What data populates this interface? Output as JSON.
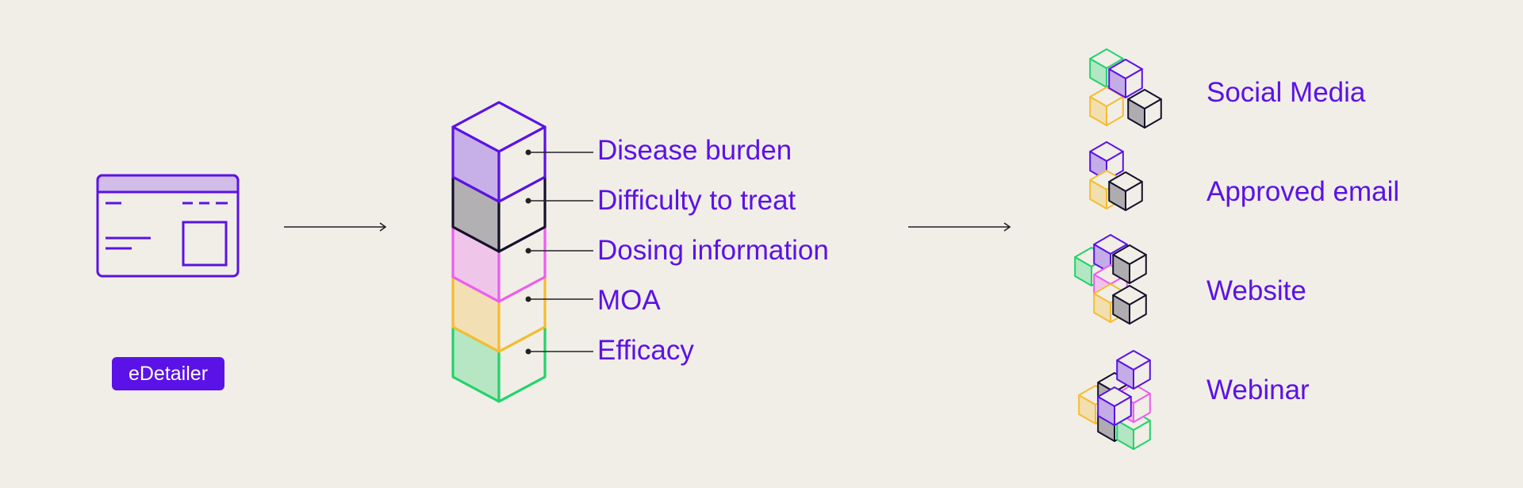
{
  "source": {
    "badge_label": "eDetailer",
    "icon": "browser-window-icon"
  },
  "stack": {
    "layers": [
      {
        "label": "Disease burden",
        "color": "#5b12e6"
      },
      {
        "label": "Difficulty to treat",
        "color": "#14112a"
      },
      {
        "label": "Dosing information",
        "color": "#ee5cf0"
      },
      {
        "label": "MOA",
        "color": "#f5bd2f"
      },
      {
        "label": "Efficacy",
        "color": "#22d36a"
      }
    ]
  },
  "outputs": [
    {
      "label": "Social Media",
      "icon": "cube-cluster-icon"
    },
    {
      "label": "Approved email",
      "icon": "cube-cluster-icon"
    },
    {
      "label": "Website",
      "icon": "cube-cluster-icon"
    },
    {
      "label": "Webinar",
      "icon": "cube-cluster-icon"
    }
  ],
  "colors": {
    "background": "#f1eee8",
    "accent": "#5b12e6",
    "dark": "#14112a",
    "pink": "#ee5cf0",
    "yellow": "#f5bd2f",
    "green": "#22d36a"
  }
}
